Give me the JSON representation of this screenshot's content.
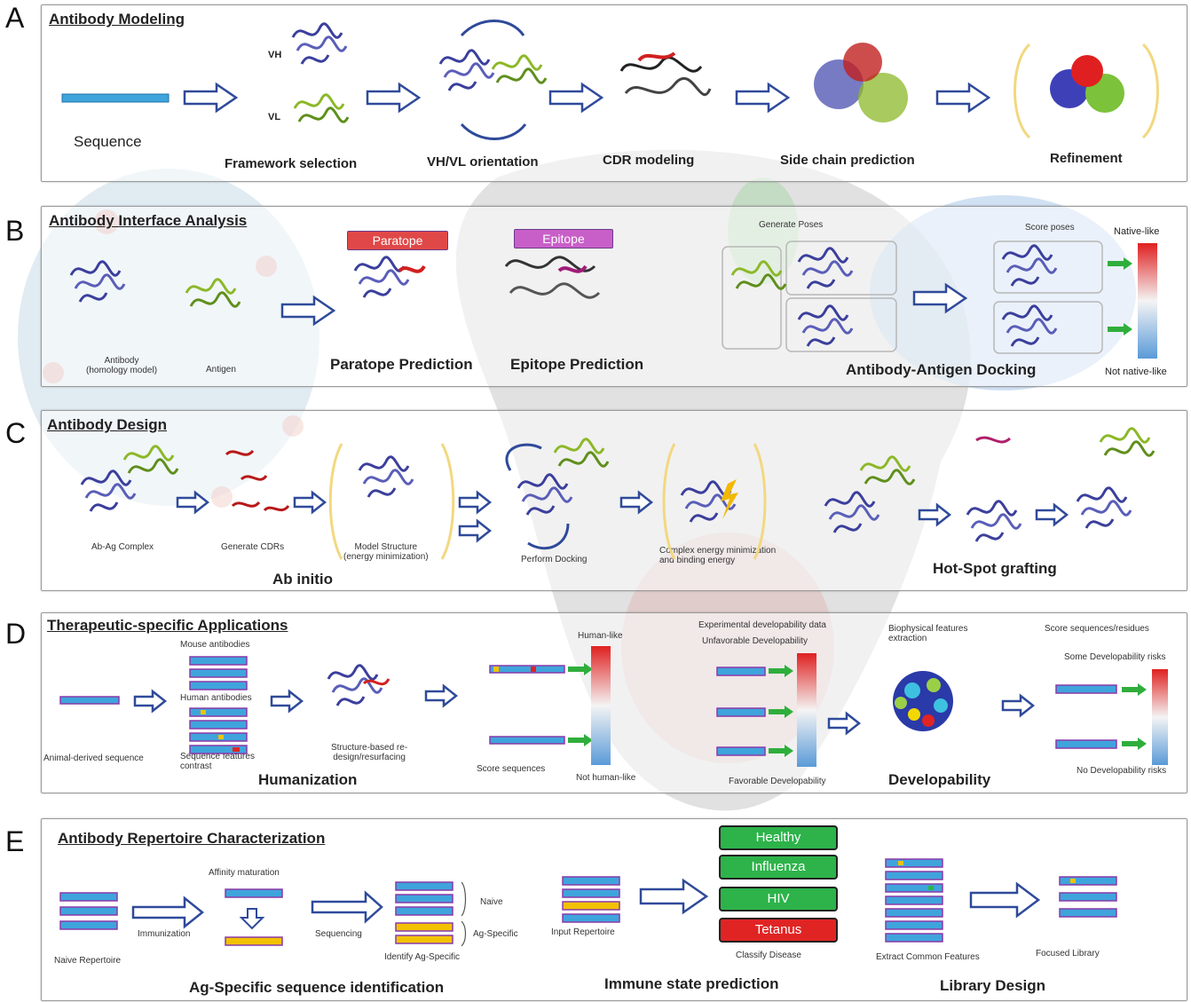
{
  "panels": {
    "A": {
      "letter": "A",
      "title": "Antibody Modeling",
      "labels": {
        "sequence": "Sequence",
        "vh": "VH",
        "vl": "VL",
        "framework": "Framework selection",
        "orientation": "VH/VL orientation",
        "cdr": "CDR modeling",
        "sidechain": "Side chain prediction",
        "refinement": "Refinement"
      }
    },
    "B": {
      "letter": "B",
      "title": "Antibody Interface Analysis",
      "labels": {
        "antibody": "Antibody\n(homology model)",
        "antigen": "Antigen",
        "paratope_tag": "Paratope",
        "epitope_tag": "Epitope",
        "paratope_pred": "Paratope Prediction",
        "epitope_pred": "Epitope Prediction",
        "generate_poses": "Generate Poses",
        "score_poses": "Score poses",
        "native_like": "Native-like",
        "not_native_like": "Not native-like",
        "docking": "Antibody-Antigen Docking"
      }
    },
    "C": {
      "letter": "C",
      "title": "Antibody Design",
      "labels": {
        "complex": "Ab-Ag Complex",
        "generate_cdrs": "Generate CDRs",
        "model_structure": "Model Structure\n(energy minimization)",
        "ab_initio": "Ab initio",
        "docking": "Perform Docking",
        "energy": "Complex energy minimization\nand binding energy",
        "hotspot": "Hot-Spot grafting"
      }
    },
    "D": {
      "letter": "D",
      "title": "Therapeutic-specific Applications",
      "labels": {
        "mouse": "Mouse antibodies",
        "human_ab": "Human antibodies",
        "animal_seq": "Animal-derived sequence",
        "features": "Sequence features\ncontrast",
        "structure": "Structure-based re-\ndesign/resurfacing",
        "humanization": "Humanization",
        "human_like": "Human-like",
        "not_human_like": "Not human-like",
        "score_sequences": "Score sequences",
        "exp_data": "Experimental developability data",
        "unfavorable": "Unfavorable Developability",
        "favorable": "Favorable Developability",
        "biophys": "Biophysical features\nextraction",
        "developability": "Developability",
        "score_seq_res": "Score sequences/residues",
        "some_risks": "Some Developability risks",
        "no_risks": "No Developability risks"
      }
    },
    "E": {
      "letter": "E",
      "title": "Antibody Repertoire Characterization",
      "labels": {
        "naive_rep": "Naive Repertoire",
        "immunization": "Immunization",
        "affinity": "Affinity maturation",
        "sequencing": "Sequencing",
        "naive": "Naive",
        "ag_specific": "Ag-Specific",
        "identify": "Identify Ag-Specific",
        "ag_seq_id": "Ag-Specific sequence identification",
        "input_rep": "Input Repertoire",
        "classify": "Classify Disease",
        "immune_state": "Immune state prediction",
        "extract": "Extract Common Features",
        "focused": "Focused Library",
        "library": "Library Design"
      },
      "diseases": [
        "Healthy",
        "Influenza",
        "HIV",
        "Tetanus"
      ]
    }
  },
  "colors": {
    "arrow": "#2f4a9a",
    "heavy_chain": "#3b3f9c",
    "light_chain": "#8cb828",
    "cdr": "#d22020",
    "seq_bar": "#3fa4dc",
    "seq_yellow": "#f2c200",
    "seq_border": "#8a3aa8",
    "healthy": "#2db34a",
    "tetanus": "#e02424"
  },
  "icons": [
    "block-arrow-icon",
    "green-arrow-icon",
    "bracket-icon",
    "cycle-arrow-icon"
  ]
}
